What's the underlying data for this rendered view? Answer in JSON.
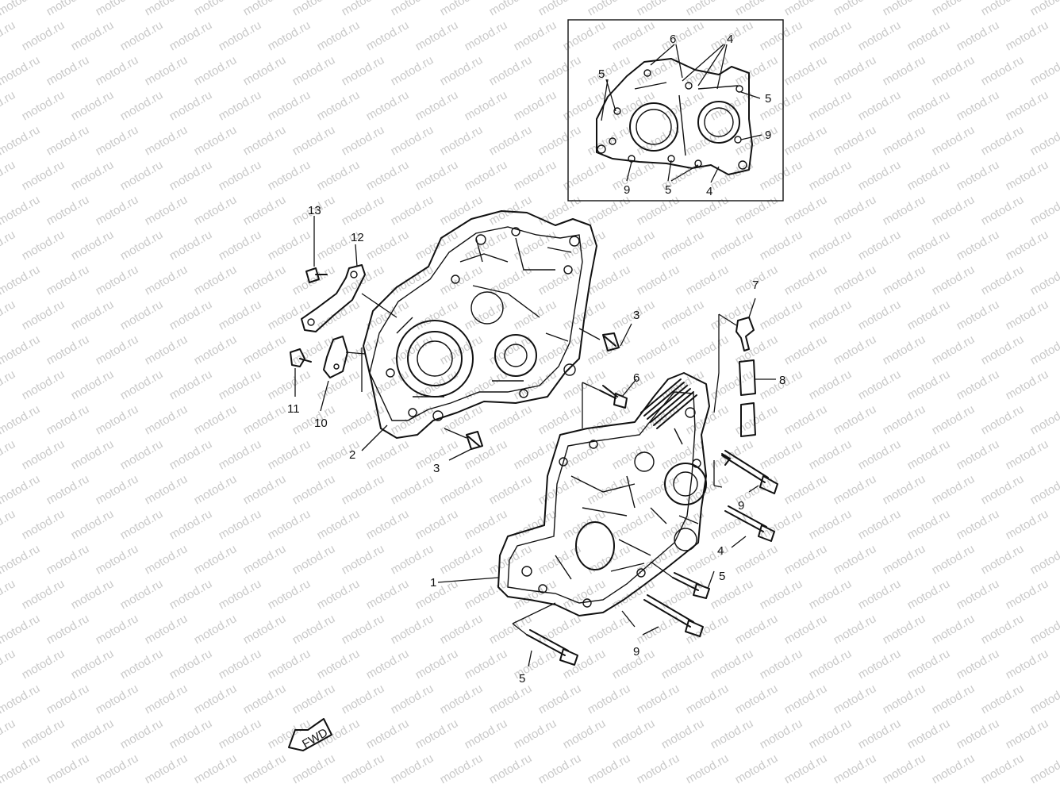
{
  "watermark": "motod.ru",
  "fwd_label": "FWD",
  "callouts": {
    "c1": "1",
    "c2": "2",
    "c3a": "3",
    "c3b": "3",
    "c4a": "4",
    "c5a": "5",
    "c5b": "5",
    "c6a": "6",
    "c7": "7",
    "c8": "8",
    "c9a": "9",
    "c9b": "9",
    "c10": "10",
    "c11": "11",
    "c12": "12",
    "c13": "13"
  },
  "inset_callouts": {
    "i6": "6",
    "i4a": "4",
    "i5a": "5",
    "i5b": "5",
    "i9a": "9",
    "i9b": "9",
    "i5c": "5",
    "i4b": "4"
  },
  "colors": {
    "ink": "#111111",
    "watermark": "#c9c9c9",
    "background": "#ffffff"
  }
}
